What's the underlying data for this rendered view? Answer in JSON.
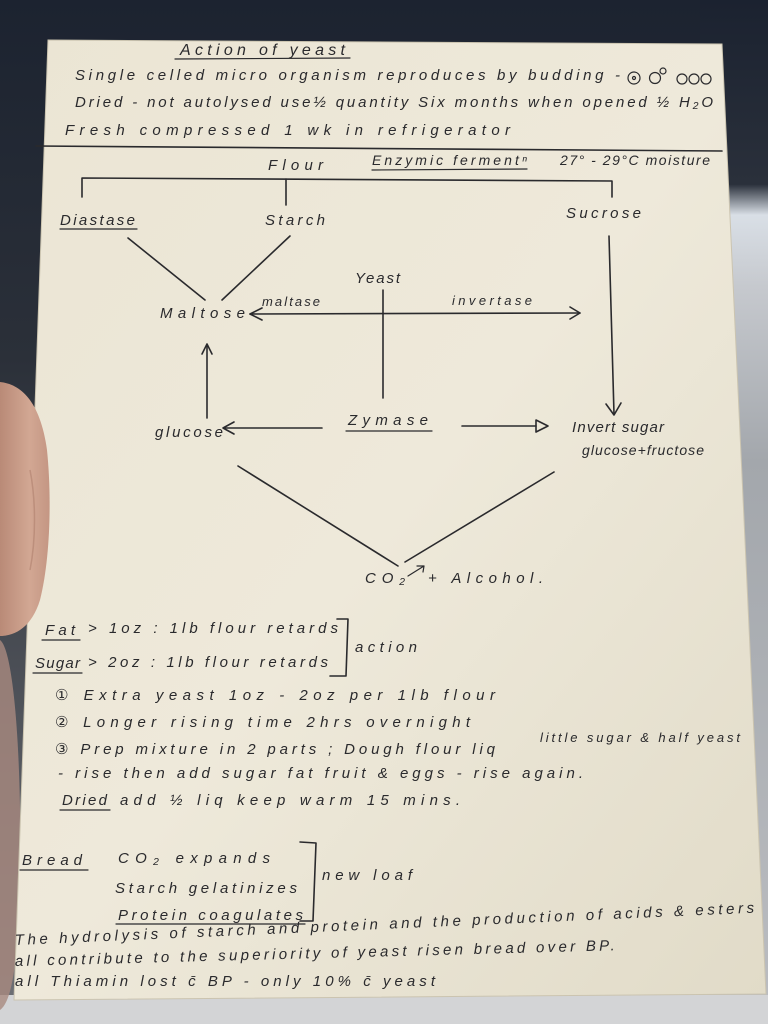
{
  "colors": {
    "ink": "#2a2a2d",
    "card": "#e9e3d2"
  },
  "card": {
    "title": "Action of yeast",
    "header_lines": [
      "Single celled micro organism reproduces by budding -",
      "Dried - not autolysed use½ quantity  Six months when opened ½ H₂O",
      "Fresh compressed  1 wk  in refrigerator"
    ]
  },
  "diagram": {
    "flour": "Flour",
    "enzymic": "Enzymic fermentⁿ",
    "conditions": "27° - 29°C moisture",
    "diastase": "Diastase",
    "starch": "Starch",
    "sucrose": "Sucrose",
    "maltose": "Maltose",
    "maltase": "maltase",
    "yeast": "Yeast",
    "invertase": "invertase",
    "glucose": "glucose",
    "zymase": "Zymase",
    "invert_sugar": "Invert sugar",
    "glucose_fructose": "glucose+fructose",
    "co2": "CO₂",
    "alcohol": "+ Alcohol."
  },
  "retarding": {
    "fat_label": "Fat",
    "fat_text": "> 1oz : 1lb flour retards",
    "sugar_label": "Sugar",
    "sugar_text": "> 2oz : 1lb flour retards",
    "bracket_text": "action"
  },
  "remedies": [
    "① Extra yeast  1oz - 2oz per 1lb flour",
    "② Longer rising time  2hrs overnight",
    "③ Prep mixture in 2 parts ; Dough flour liq"
  ],
  "remedy_3_aside": "little sugar & half yeast",
  "remedy_3_cont": "- rise then add sugar fat fruit & eggs - rise again.",
  "dried": {
    "label": "Dried",
    "text": "add ½ liq keep warm 15 mins."
  },
  "bread": {
    "label": "Bread",
    "items": [
      "CO₂ expands",
      "Starch gelatinizes",
      "Protein coagulates"
    ],
    "result": "new loaf"
  },
  "footer_lines": [
    "The hydrolysis of starch and protein and the production of acids & esters",
    "all contribute to the superiority of yeast risen bread over BP.",
    "all Thiamin lost c̄ BP - only 10% c̄ yeast"
  ]
}
